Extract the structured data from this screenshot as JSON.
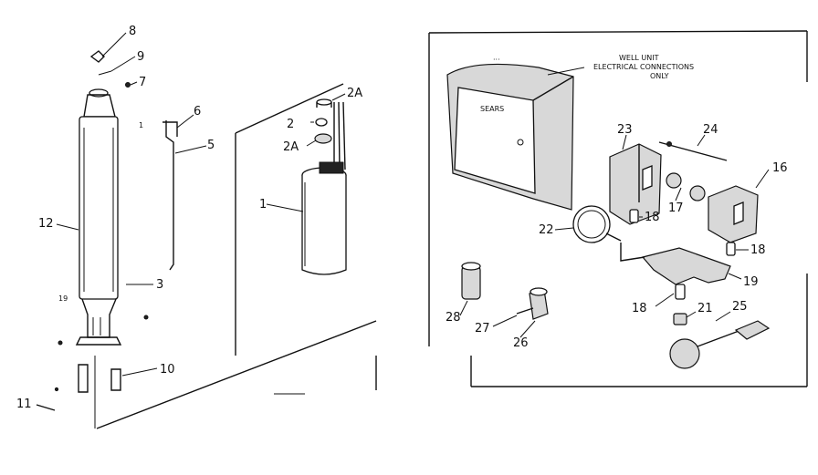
{
  "diagram": {
    "labels": {
      "l8": "8",
      "l9": "9",
      "l7": "7",
      "l12": "12",
      "l3": "3",
      "l10": "10",
      "l11": "11",
      "l6": "6",
      "l5": "5",
      "l2a_top": "2A",
      "l2": "2",
      "l2a_bot": "2A",
      "l1": "1",
      "l23": "23",
      "l24": "24",
      "l16": "16",
      "l17": "17",
      "l18a": "18",
      "l22": "22",
      "l18b": "18",
      "l19": "19",
      "l18c": "18",
      "l21": "21",
      "l25": "25",
      "l28": "28",
      "l27": "27",
      "l26": "26"
    },
    "brand": "SEARS",
    "note_line1": "WELL UNIT",
    "note_line2": "ELECTRICAL CONNECTIONS",
    "note_line3": "ONLY"
  }
}
